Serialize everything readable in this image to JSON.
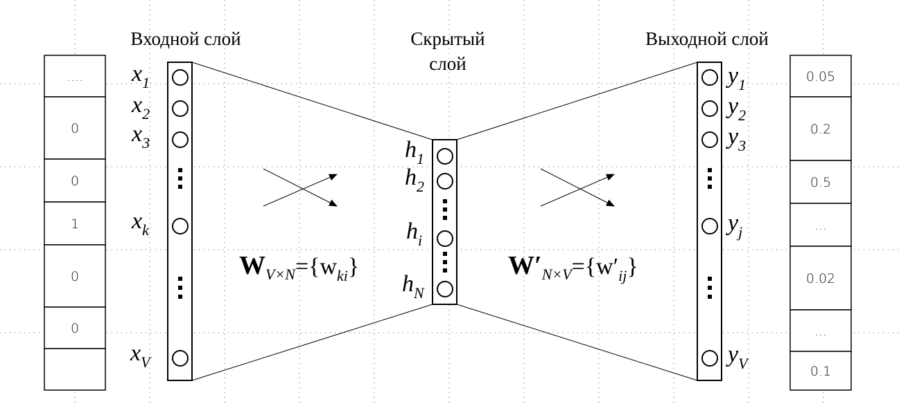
{
  "titles": {
    "input_layer": "Входной слой",
    "hidden_layer_line1": "Скрытый",
    "hidden_layer_line2": "слой",
    "output_layer": "Выходной слой"
  },
  "input_nodes": [
    {
      "sym": "x",
      "sub": "1"
    },
    {
      "sym": "x",
      "sub": "2"
    },
    {
      "sym": "x",
      "sub": "3"
    },
    {
      "sym": "x",
      "sub": "k"
    },
    {
      "sym": "x",
      "sub": "V"
    }
  ],
  "hidden_nodes": [
    {
      "sym": "h",
      "sub": "1"
    },
    {
      "sym": "h",
      "sub": "2"
    },
    {
      "sym": "h",
      "sub": "i"
    },
    {
      "sym": "h",
      "sub": "N"
    }
  ],
  "output_nodes": [
    {
      "sym": "y",
      "sub": "1"
    },
    {
      "sym": "y",
      "sub": "2"
    },
    {
      "sym": "y",
      "sub": "3"
    },
    {
      "sym": "y",
      "sub": "j"
    },
    {
      "sym": "y",
      "sub": "V"
    }
  ],
  "input_vector": [
    "....",
    "0",
    "0",
    "1",
    "0",
    "0",
    ""
  ],
  "output_vector": [
    "0.05",
    "0.2",
    "0.5",
    "...",
    "0.02",
    "...",
    "0.1"
  ],
  "weights_input": {
    "bold": "W",
    "sub": "V×N",
    "rest_prefix": "={w",
    "rest_sub": "ki",
    "rest_suffix": "}"
  },
  "weights_output": {
    "bold": "W′",
    "sub": "N×V",
    "rest_prefix": "={w′",
    "rest_sub": "ij",
    "rest_suffix": "}"
  }
}
